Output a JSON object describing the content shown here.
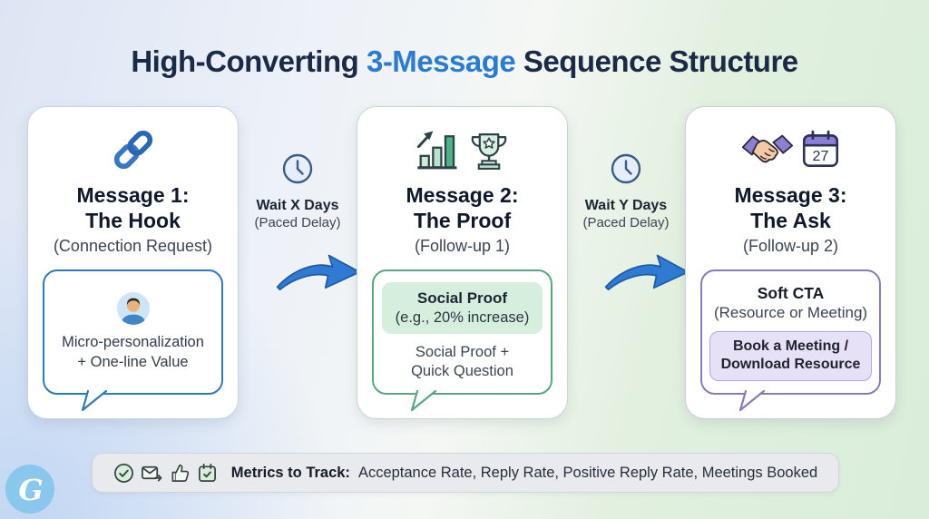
{
  "title": {
    "pre": "High-Converting ",
    "highlight": "3-Message",
    "post": " Sequence Structure"
  },
  "colors": {
    "title_navy": "#1b2a46",
    "title_blue": "#2a7cd2",
    "card1_accent": "#2e7ab8",
    "card2_accent": "#57a87f",
    "card3_accent": "#8b7ab8",
    "arrow_blue": "#2f7bd3",
    "pill_green": "#d6eedd",
    "button_lavender": "#e6e1f7"
  },
  "cards": [
    {
      "title_line1": "Message 1:",
      "title_line2": "The Hook",
      "subtitle": "(Connection Request)",
      "icon": "link-icon",
      "bubble": {
        "line1": "Micro-personalization",
        "line2": "+ One-line Value"
      }
    },
    {
      "title_line1": "Message 2:",
      "title_line2": "The Proof",
      "subtitle": "(Follow-up 1)",
      "icons": [
        "growth-chart-icon",
        "trophy-icon"
      ],
      "bubble": {
        "pill_title": "Social Proof",
        "pill_sub": "(e.g., 20% increase)",
        "line1": "Social Proof +",
        "line2": "Quick Question"
      }
    },
    {
      "title_line1": "Message 3:",
      "title_line2": "The Ask",
      "subtitle": "(Follow-up 2)",
      "icons": [
        "handshake-icon",
        "calendar-icon"
      ],
      "calendar_day": "27",
      "bubble": {
        "cta_title": "Soft CTA",
        "cta_sub": "(Resource or Meeting)",
        "button_line1": "Book a Meeting /",
        "button_line2": "Download Resource"
      }
    }
  ],
  "connectors": [
    {
      "wait": "Wait X Days",
      "delay": "(Paced Delay)"
    },
    {
      "wait": "Wait Y Days",
      "delay": "(Paced Delay)"
    }
  ],
  "metrics": {
    "label": "Metrics to Track:",
    "text": "Acceptance Rate, Reply Rate, Positive Reply Rate, Meetings Booked",
    "icons": [
      "check-circle-icon",
      "send-mail-icon",
      "thumbs-up-icon",
      "calendar-check-icon"
    ]
  },
  "logo": {
    "glyph": "G"
  }
}
